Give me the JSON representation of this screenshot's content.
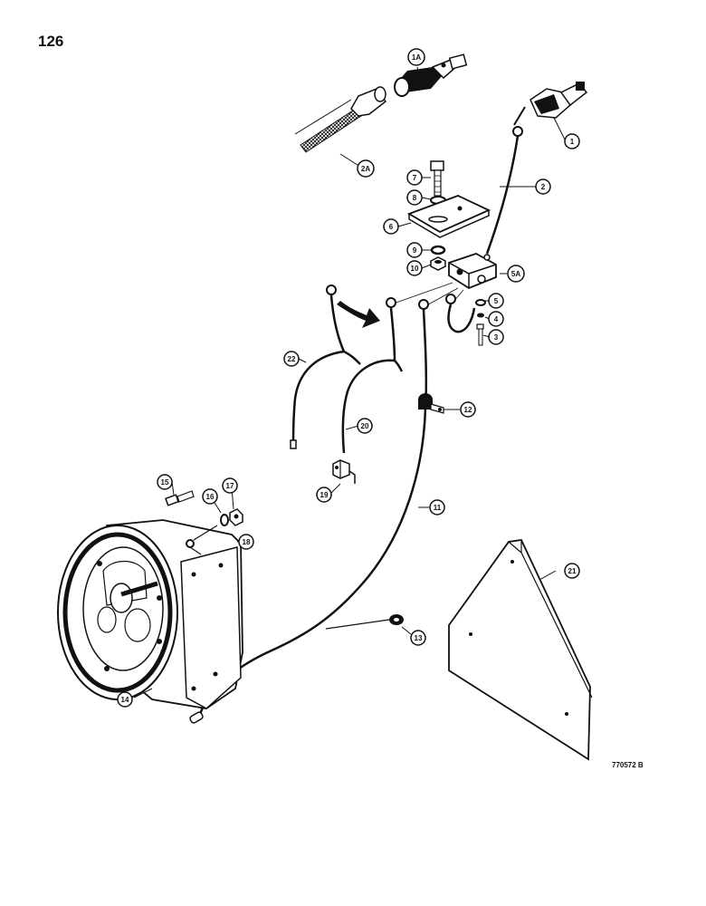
{
  "page": {
    "number": "126",
    "drawing_code": "770572 B"
  },
  "callouts": [
    {
      "key": "c1",
      "label": "1"
    },
    {
      "key": "c1a",
      "label": "1A"
    },
    {
      "key": "c2",
      "label": "2"
    },
    {
      "key": "c2a",
      "label": "2A"
    },
    {
      "key": "c3",
      "label": "3"
    },
    {
      "key": "c4",
      "label": "4"
    },
    {
      "key": "c5",
      "label": "5"
    },
    {
      "key": "c5a",
      "label": "5A"
    },
    {
      "key": "c6",
      "label": "6"
    },
    {
      "key": "c7",
      "label": "7"
    },
    {
      "key": "c8",
      "label": "8"
    },
    {
      "key": "c9",
      "label": "9"
    },
    {
      "key": "c10",
      "label": "10"
    },
    {
      "key": "c11",
      "label": "11"
    },
    {
      "key": "c12",
      "label": "12"
    },
    {
      "key": "c13",
      "label": "13"
    },
    {
      "key": "c14",
      "label": "14"
    },
    {
      "key": "c15",
      "label": "15"
    },
    {
      "key": "c16",
      "label": "16"
    },
    {
      "key": "c17",
      "label": "17"
    },
    {
      "key": "c18",
      "label": "18"
    },
    {
      "key": "c19",
      "label": "19"
    },
    {
      "key": "c20",
      "label": "20"
    },
    {
      "key": "c21",
      "label": "21"
    },
    {
      "key": "c22",
      "label": "22"
    }
  ]
}
